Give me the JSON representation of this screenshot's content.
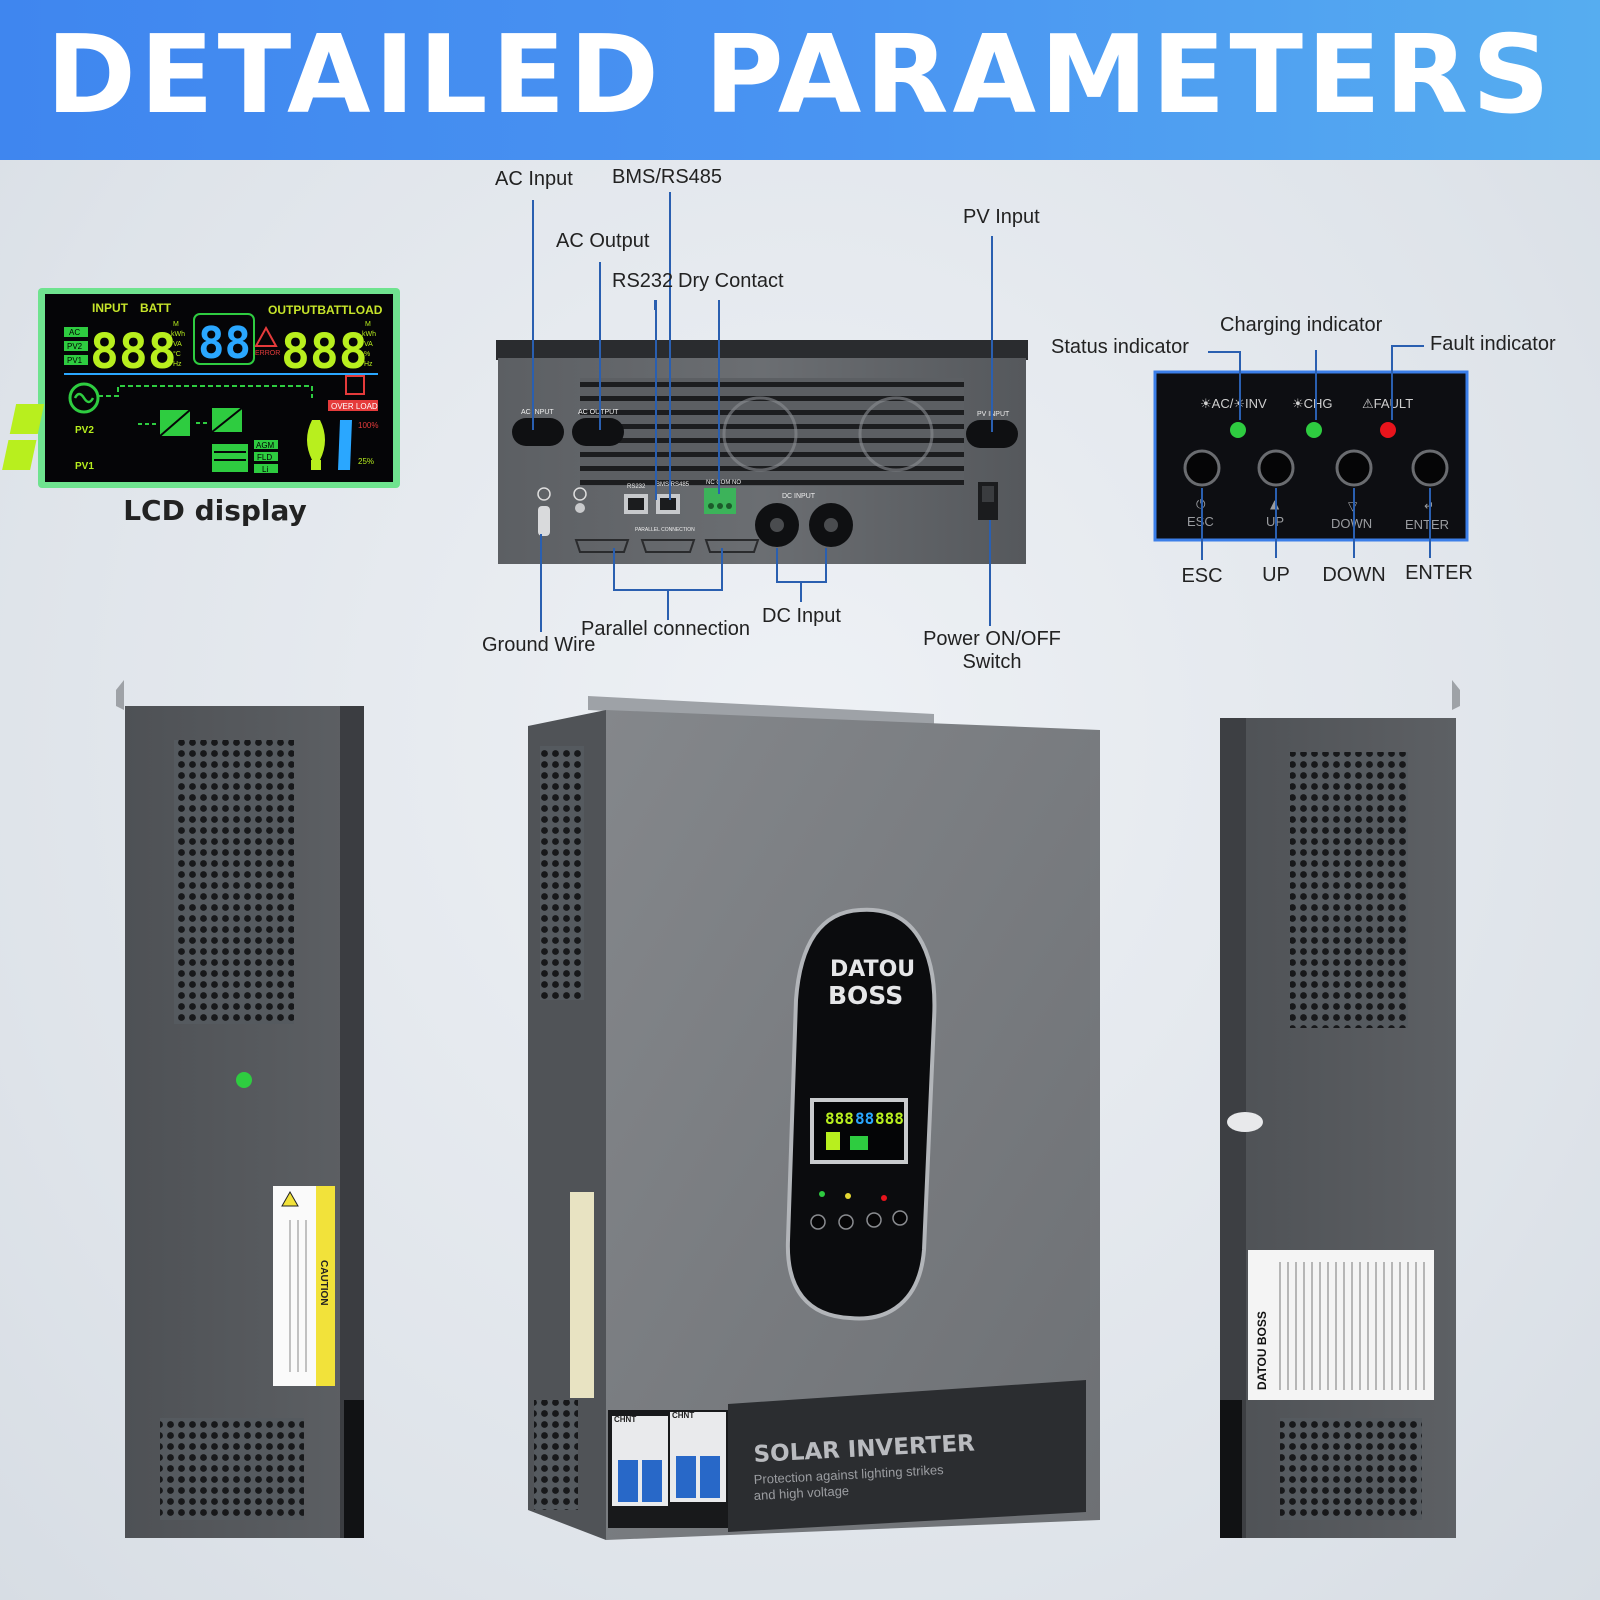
{
  "banner": {
    "title": "DETAILED PARAMETERS"
  },
  "lcd": {
    "caption": "LCD display",
    "input_label": "INPUT",
    "batt_label": "BATT",
    "output_label": "OUTPUTBATTLOAD",
    "left_digits": "888",
    "center_digits": "88",
    "right_digits": "888",
    "sources": [
      "AC",
      "PV2",
      "PV1"
    ],
    "pv2": "PV2",
    "pv1": "PV1",
    "error": "ERROR",
    "overload": "OVER LOAD",
    "battery_types": [
      "AGM",
      "FLD",
      "Li"
    ],
    "pct_high": "100%",
    "pct_low": "25%"
  },
  "rear_panel": {
    "labels": {
      "ac_input": "AC Input",
      "bms": "BMS/RS485",
      "ac_output": "AC Output",
      "rs232": "RS232",
      "dry_contact": "Dry Contact",
      "pv_input": "PV Input",
      "ground": "Ground Wire",
      "parallel": "Parallel connection",
      "dc_input": "DC Input",
      "power_switch_1": "Power ON/OFF",
      "power_switch_2": "Switch"
    },
    "stamps": {
      "ac_input": "AC INPUT",
      "ac_output": "AC OUTPUT",
      "pv_input": "PV INPUT",
      "dc_input": "DC INPUT",
      "parallel": "PARALLEL CONNECTION",
      "rs232": "RS232",
      "bms": "BMS RS485",
      "dry": "NC COM NO"
    }
  },
  "control_panel": {
    "labels": {
      "status": "Status indicator",
      "charging": "Charging indicator",
      "fault": "Fault indicator"
    },
    "indicators": [
      {
        "text": "☀AC/☀INV",
        "color": "#2ecc40"
      },
      {
        "text": "☀CHG",
        "color": "#2ecc40"
      },
      {
        "text": "⚠FAULT",
        "color": "#e8141c"
      }
    ],
    "buttons": [
      {
        "glyph": "⏻",
        "text": "ESC",
        "label": "ESC"
      },
      {
        "glyph": "▲",
        "text": "UP",
        "label": "UP"
      },
      {
        "glyph": "▽",
        "text": "DOWN",
        "label": "DOWN"
      },
      {
        "glyph": "↵",
        "text": "ENTER",
        "label": "ENTER"
      }
    ]
  },
  "device": {
    "brand_line1": "DATOU",
    "brand_line2": "BOSS",
    "product": "SOLAR INVERTER",
    "tagline1": "Protection against lighting strikes",
    "tagline2": "and high voltage",
    "caution": "CAUTION",
    "breaker_brand": "CHNT",
    "label_brand": "DATOU BOSS"
  }
}
